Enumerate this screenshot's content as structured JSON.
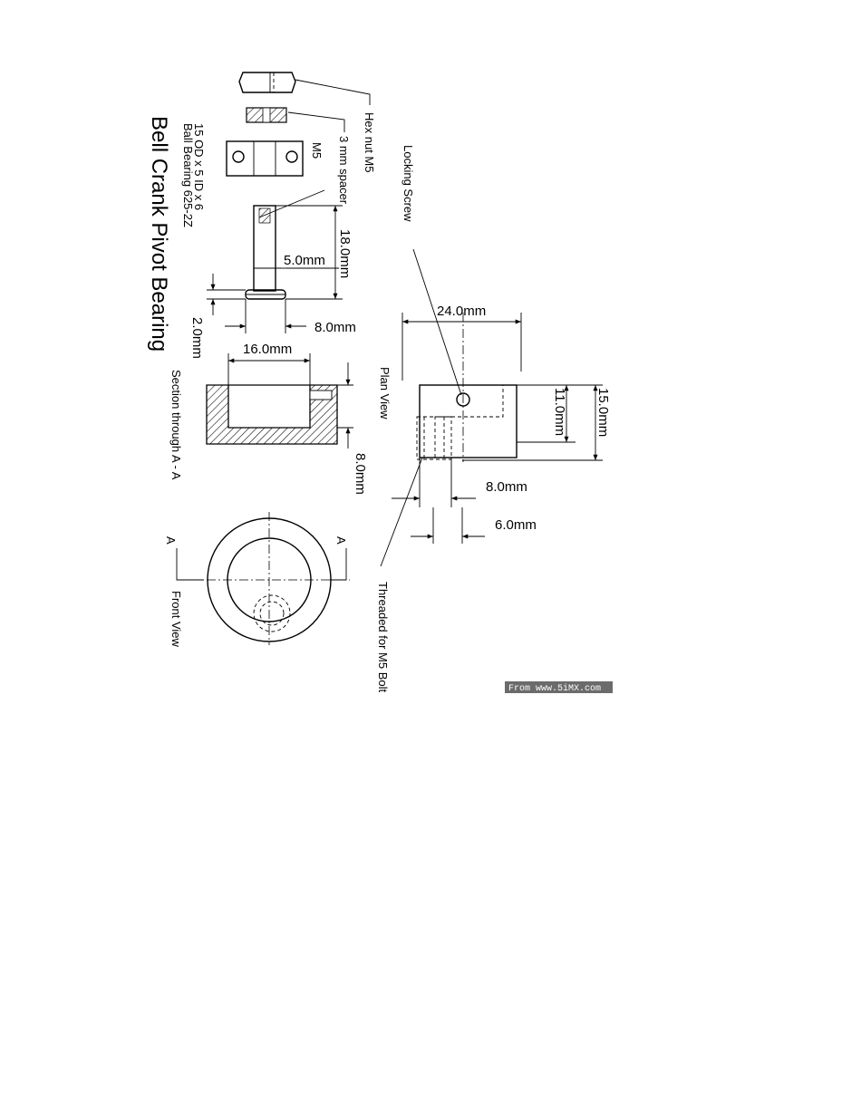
{
  "title": "Bell Crank Pivot Bearing",
  "parts": {
    "hex_nut": "Hex nut M5",
    "spacer": "3 mm spacer",
    "bolt": "M5",
    "bearing_line1": "Ball Bearing 625-2Z",
    "bearing_line2": "15 OD x 5 ID x 6",
    "locking_screw": "Locking Screw",
    "threaded": "Threaded for M5 Bolt"
  },
  "views": {
    "plan": "Plan View",
    "section": "Section through A - A",
    "front": "Front View",
    "section_mark": "A"
  },
  "dimensions": {
    "bolt_length": "18.0mm",
    "bolt_shank": "5.0mm",
    "bolt_head_w": "8.0mm",
    "bolt_head_h": "2.0mm",
    "section_width": "16.0mm",
    "section_depth": "8.0mm",
    "plan_width": "24.0mm",
    "plan_inner": "11.0mm",
    "plan_height": "15.0mm",
    "plan_slot": "8.0mm",
    "plan_hole": "6.0mm"
  },
  "watermark": "From www.5iMX.com"
}
